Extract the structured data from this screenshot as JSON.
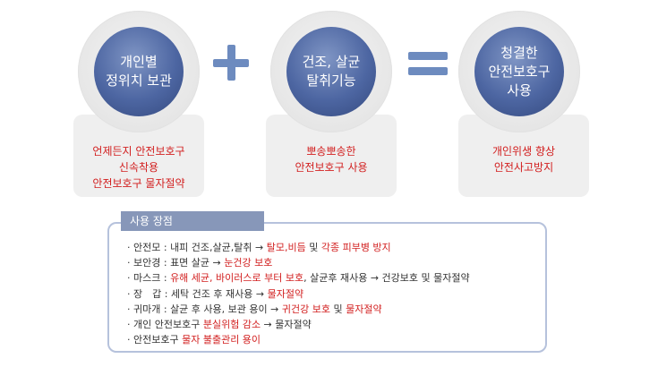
{
  "steps": [
    {
      "circle_lines": [
        "개인별",
        "정위치 보관"
      ],
      "card_lines": [
        "언제든지 안전보호구",
        "신속착용",
        "안전보호구 물자절약"
      ]
    },
    {
      "circle_lines": [
        "건조, 살균",
        "탈취기능"
      ],
      "card_lines": [
        "뽀송뽀송한",
        "안전보호구 사용"
      ]
    },
    {
      "circle_lines": [
        "청결한",
        "안전보호구",
        "사용"
      ],
      "card_lines": [
        "개인위생 향상",
        "안전사고방지"
      ]
    }
  ],
  "operators": {
    "plus_icon": "plus-icon",
    "equals_icon": "equals-icon"
  },
  "panel": {
    "title": "사용 장점",
    "items": [
      {
        "label": "· 안전모",
        "sep": " : ",
        "t1": "내피 건조,살균,탈취 → ",
        "r1": "탈모,비듬",
        "t2": " 및 ",
        "r2": "각종 피부병 방지",
        "t3": "",
        "r3": "",
        "t4": ""
      },
      {
        "label": "· 보안경",
        "sep": " : ",
        "t1": "표면 살균 → ",
        "r1": "눈건강 보호",
        "t2": "",
        "r2": "",
        "t3": "",
        "r3": "",
        "t4": ""
      },
      {
        "label": "· 마스크",
        "sep": " : ",
        "t1": "",
        "r1": "유해 세균, 바이러스로 부터 보호",
        "t2": ", 살균후 재사용 → 건강보호 및 물자절약",
        "r2": "",
        "t3": "",
        "r3": "",
        "t4": ""
      },
      {
        "label": "· 장　갑",
        "sep": " : ",
        "t1": "세탁 건조 후 재사용 → ",
        "r1": "물자절약",
        "t2": "",
        "r2": "",
        "t3": "",
        "r3": "",
        "t4": ""
      },
      {
        "label": "· 귀마개",
        "sep": " : ",
        "t1": "살균 후 사용, 보관 용이 → ",
        "r1": "귀건강 보호",
        "t2": " 및 ",
        "r2": "물자절약",
        "t3": "",
        "r3": "",
        "t4": ""
      },
      {
        "label": "· 개인 안전보호구",
        "sep": " ",
        "t1": "",
        "r1": "분실위험 감소",
        "t2": " → 물자절약",
        "r2": "",
        "t3": "",
        "r3": "",
        "t4": ""
      },
      {
        "label": "· 안전보호구",
        "sep": " ",
        "t1": "",
        "r1": "물자 불출관리 용이",
        "t2": "",
        "r2": "",
        "t3": "",
        "r3": "",
        "t4": ""
      }
    ]
  },
  "colors": {
    "accent_red": "#d21f1f",
    "circle_blue": "#4d66a2",
    "operator_blue": "#6d8bbf",
    "panel_border": "#b6c2dc",
    "panel_tab": "#8797b9"
  }
}
